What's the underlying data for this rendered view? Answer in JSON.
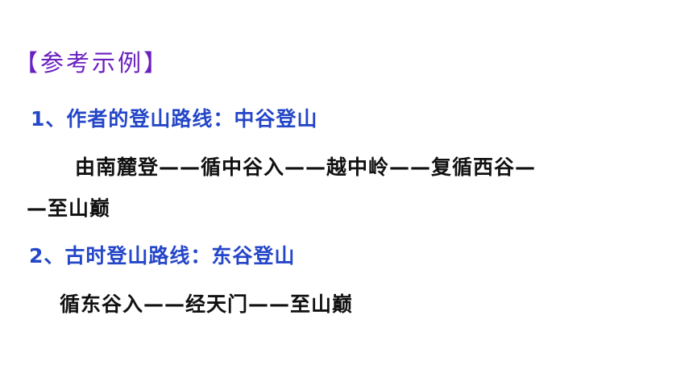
{
  "heading": "【参考示例】",
  "items": [
    {
      "title": "1、作者的登山路线：中谷登山",
      "route_line1": "由南麓登——循中谷入——越中岭——复循西谷—",
      "route_line2": "—至山巅"
    },
    {
      "title": "2、古时登山路线：东谷登山",
      "route_line1": "循东谷入——经天门——至山巅"
    }
  ],
  "colors": {
    "heading": "#6a1fbf",
    "title": "#2446c8",
    "body": "#111111",
    "background": "#ffffff"
  }
}
